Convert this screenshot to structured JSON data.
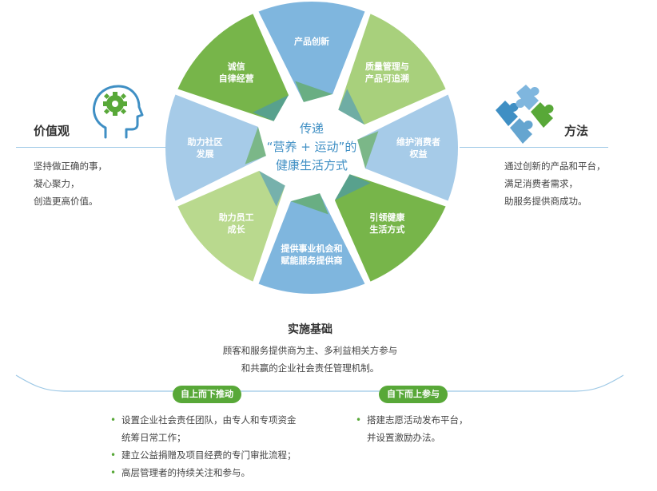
{
  "wheel": {
    "center_lines": [
      "传递",
      "“营养 + 运动”的",
      "健康生活方式"
    ],
    "segments": [
      {
        "lines": [
          "产品创新"
        ],
        "color": "#7fb6de"
      },
      {
        "lines": [
          "质量管理与",
          "产品可追溯"
        ],
        "color": "#a8d07c"
      },
      {
        "lines": [
          "维护消费者",
          "权益"
        ],
        "color": "#a6cbe8"
      },
      {
        "lines": [
          "引领健康",
          "生活方式"
        ],
        "color": "#77b54a"
      },
      {
        "lines": [
          "提供事业机会和",
          "赋能服务提供商"
        ],
        "color": "#7fb6de"
      },
      {
        "lines": [
          "助力员工",
          "成长"
        ],
        "color": "#b9d98e"
      },
      {
        "lines": [
          "助力社区",
          "发展"
        ],
        "color": "#a6cbe8"
      },
      {
        "lines": [
          "诚信",
          "自律经营"
        ],
        "color": "#77b54a"
      }
    ]
  },
  "values": {
    "title": "价值观",
    "lines": [
      "坚持做正确的事，",
      "凝心聚力，",
      "创造更高价值。"
    ],
    "icon": "head-gear-icon"
  },
  "method": {
    "title": "方法",
    "lines": [
      "通过创新的产品和平台，",
      "满足消费者需求，",
      "助服务提供商成功。"
    ],
    "icon": "puzzle-icon"
  },
  "foundation": {
    "title": "实施基础",
    "lines": [
      "顾客和服务提供商为主、多利益相关方参与",
      "和共赢的企业社会责任管理机制。"
    ]
  },
  "top_down": {
    "label": "自上而下推动",
    "items": [
      [
        "设置企业社会责任团队，由专人和专项资金",
        "统筹日常工作；"
      ],
      [
        "建立公益捐赠及项目经费的专门审批流程；"
      ],
      [
        "高层管理者的持续关注和参与。"
      ]
    ]
  },
  "bottom_up": {
    "label": "自下而上参与",
    "items": [
      [
        "搭建志愿活动发布平台，",
        "并设置激励办法。"
      ]
    ]
  },
  "colors": {
    "green": "#58a838",
    "blue": "#3f8fc4",
    "line": "#9bc7e5"
  }
}
